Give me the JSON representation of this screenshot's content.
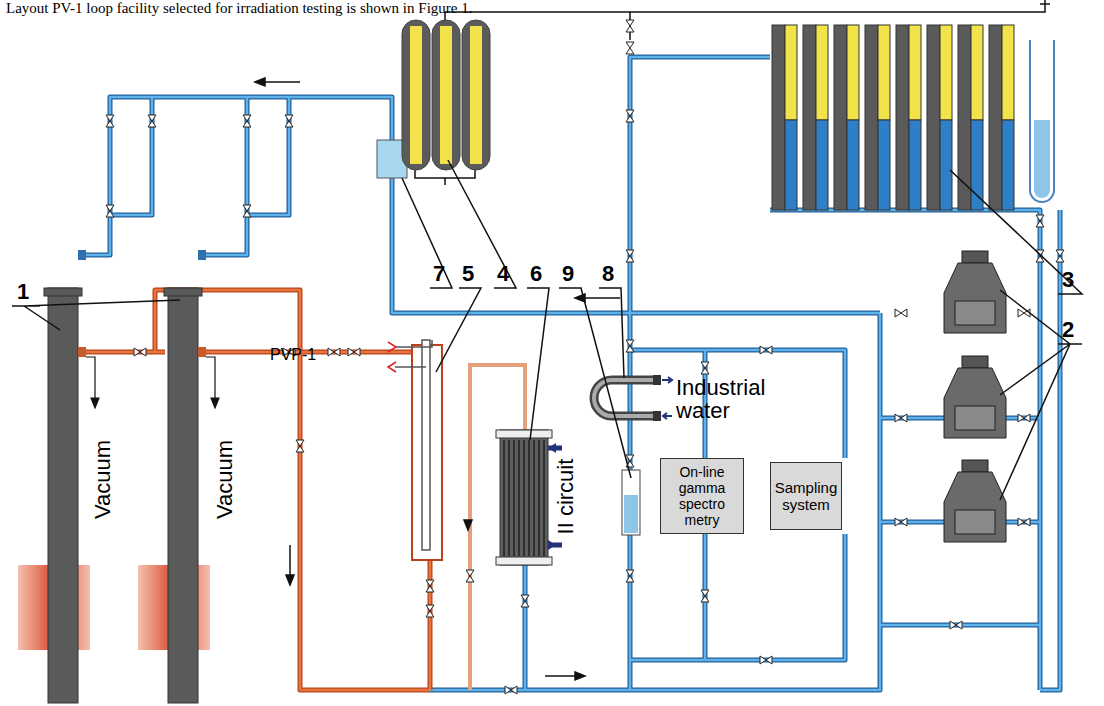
{
  "diagram": {
    "nodes": [
      {
        "text": [
          "On-line gamma spectro metry"
        ]
      },
      {
        "text": [
          "Sampling system"
        ]
      }
    ],
    "labels": [
      "Layout PV-1 loop facility selected for irradiation testing is shown in Figure 1.",
      "1",
      "7",
      "5",
      "4",
      "6",
      "9",
      "8",
      "3",
      "2",
      "PVP-1",
      "Industrial water",
      "II circuit",
      "Vacuum",
      "Vacuum"
    ]
  }
}
